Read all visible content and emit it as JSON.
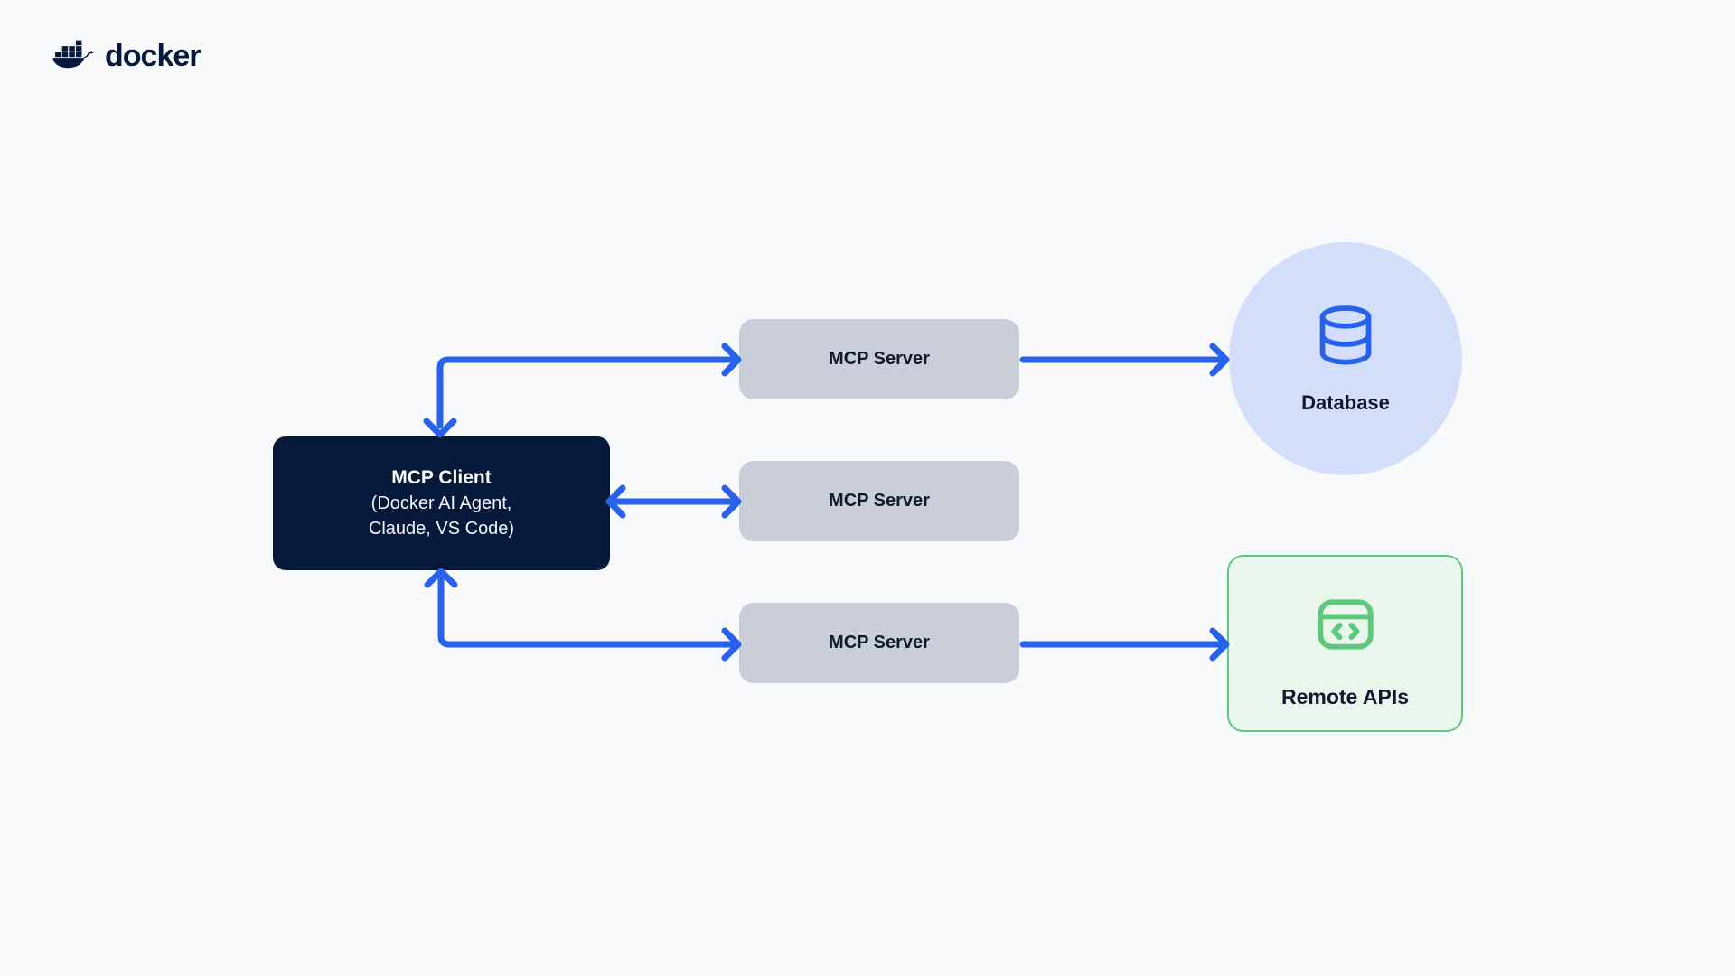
{
  "theme": {
    "background": "#f7f9fb",
    "navy": "#06193b",
    "arrow-blue": "#2761ec",
    "server-gray": "#c9ced9",
    "circle-blue": "#d3dffa",
    "green": "#5fc87d",
    "green-fill": "#e8f6ec",
    "text-dark": "#10182b",
    "white": "#ffffff"
  },
  "logo": {
    "wordmark": "docker"
  },
  "diagram": {
    "client": {
      "title": "MCP Client",
      "subtitle_line1": "(Docker AI Agent,",
      "subtitle_line2": "Claude, VS Code)"
    },
    "servers": {
      "top": "MCP Server",
      "middle": "MCP Server",
      "bottom": "MCP Server"
    },
    "database": {
      "label": "Database"
    },
    "remote_apis": {
      "label": "Remote APIs"
    }
  }
}
